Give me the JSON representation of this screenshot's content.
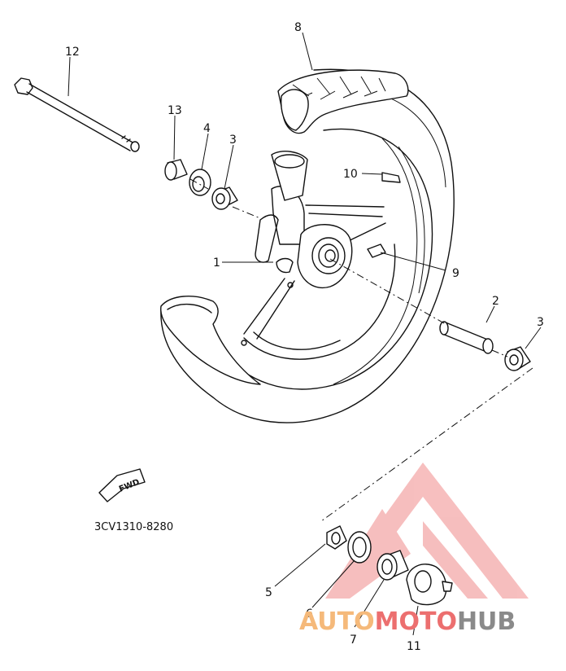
{
  "diagram": {
    "part_code": "3CV1310-8280",
    "fwd_label": "FWD",
    "callouts": [
      "1",
      "2",
      "3",
      "3",
      "4",
      "5",
      "6",
      "7",
      "8",
      "9",
      "10",
      "11",
      "12",
      "13"
    ]
  },
  "watermark": {
    "part1": "AUTO",
    "part2": "MOTO",
    "part3": "HUB",
    "colors": {
      "auto": "#f5b97a",
      "moto": "#ec6f6f",
      "hub": "#8a8a8a",
      "logo": "#f08a8a"
    }
  }
}
